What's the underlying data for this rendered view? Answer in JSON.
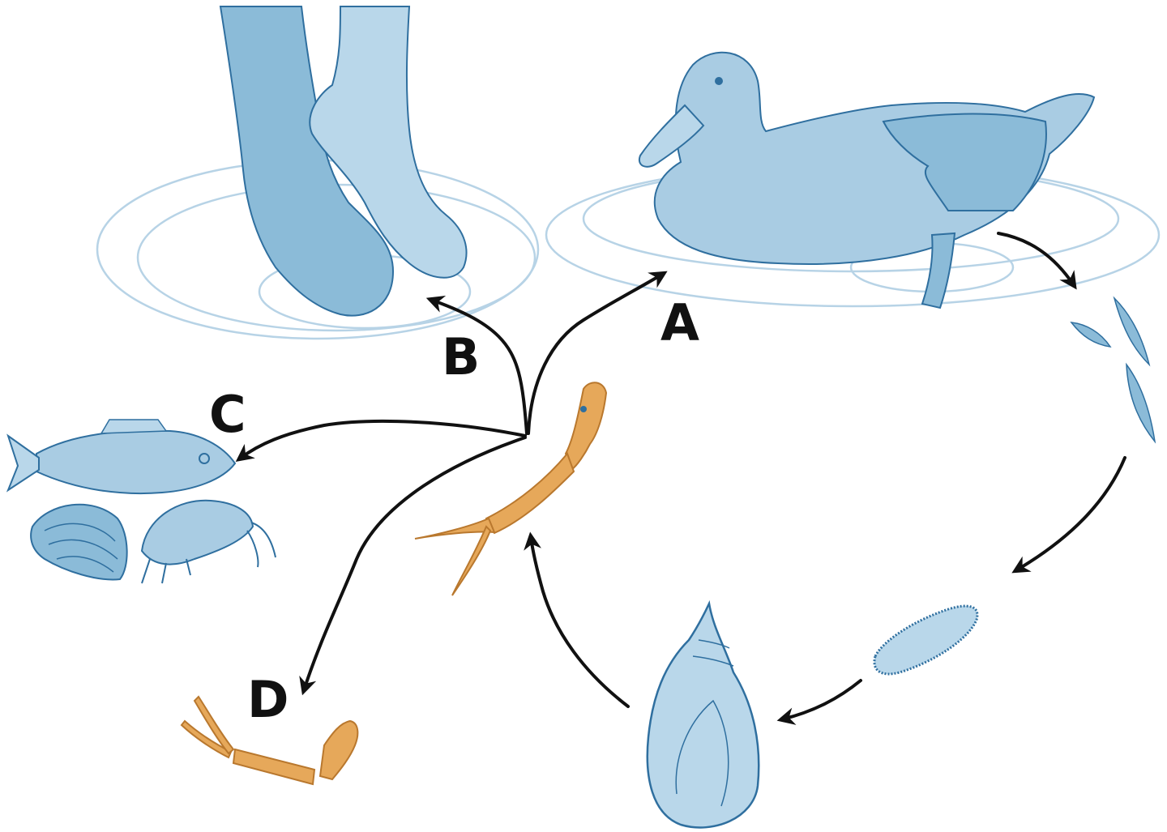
{
  "labels": {
    "a": "A",
    "b": "B",
    "c": "C",
    "d": "D"
  },
  "colors": {
    "water_blue": "#a9cce3",
    "blue_dark": "#8bbbd8",
    "blue_light": "#b9d7ea",
    "outline_blue": "#2f6f9f",
    "ripple": "#b7d3e6",
    "cercaria_orange": "#e6a85a",
    "cercaria_outline": "#b9782e",
    "arrow": "#111111"
  },
  "icons": [
    "human-legs-icon",
    "duck-icon",
    "miracidia-icon",
    "egg-icon",
    "snail-icon",
    "cercaria-icon",
    "fish-icon",
    "clam-icon",
    "amphipod-icon",
    "broken-cercaria-icon"
  ]
}
